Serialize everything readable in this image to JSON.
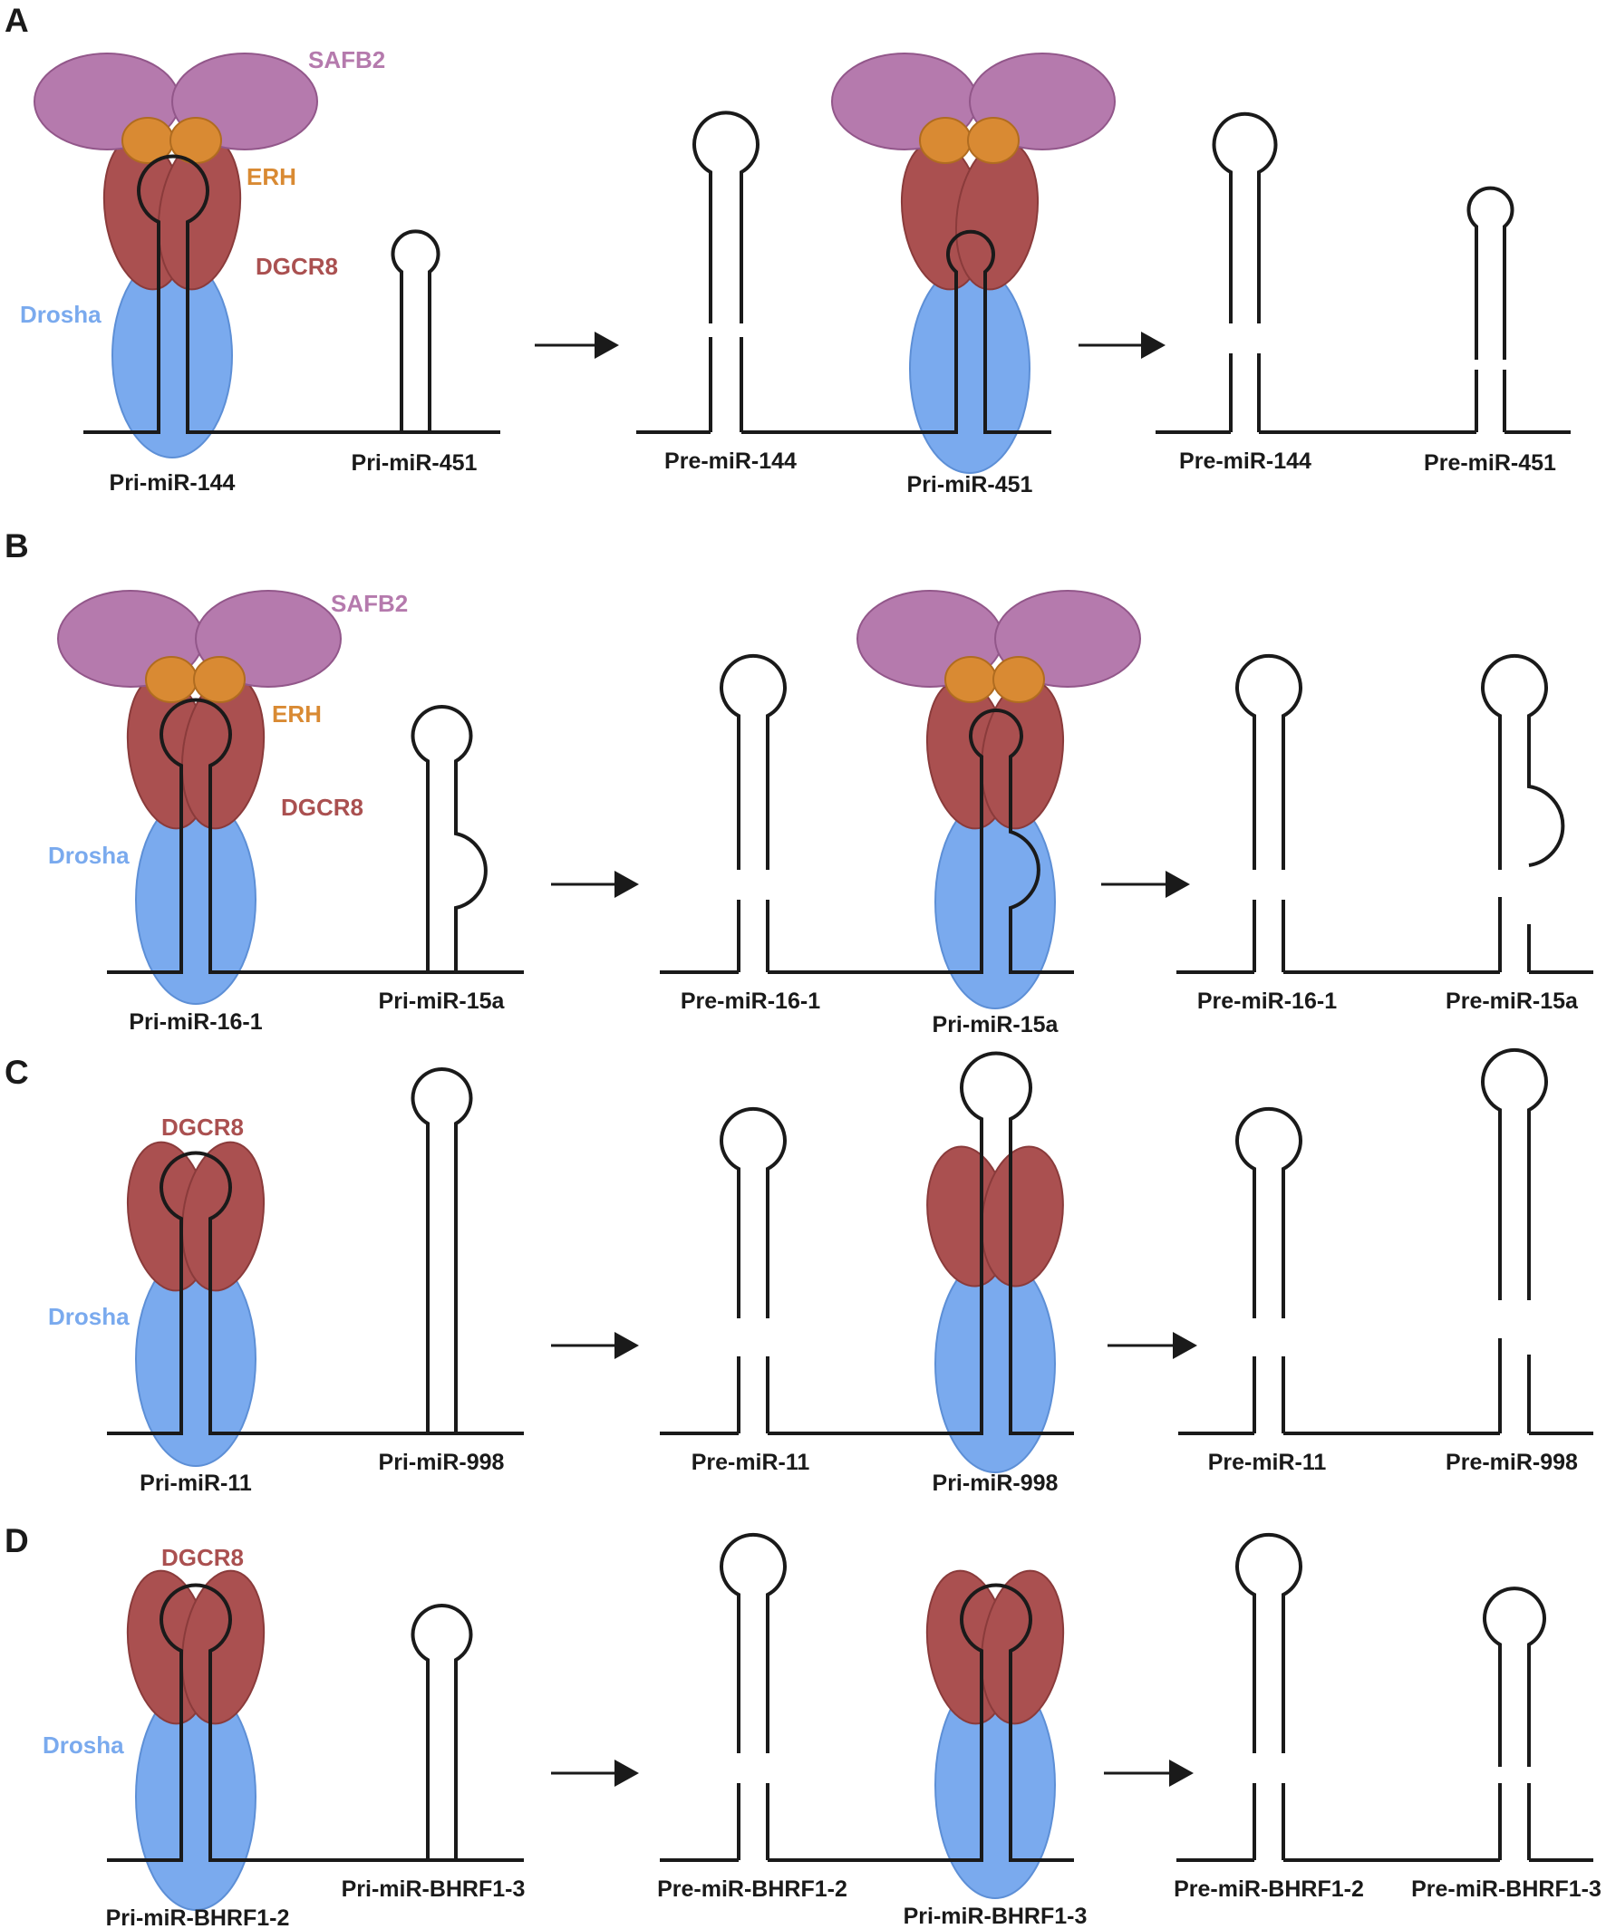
{
  "colors": {
    "drosha": "#7aaaee",
    "drosha_stroke": "#5d8fd6",
    "dgcr8": "#aa5050",
    "dgcr8_stroke": "#8a3b3b",
    "erh": "#d98a33",
    "erh_stroke": "#b06c20",
    "safb2": "#b57aad",
    "safb2_stroke": "#92578a",
    "rna": "#1a1a1a",
    "label_text": "#1a1a1a"
  },
  "proteins": {
    "safb2": "SAFB2",
    "erh": "ERH",
    "dgcr8": "DGCR8",
    "drosha": "Drosha"
  },
  "panels": [
    {
      "letter": "A",
      "labels": {
        "s1_pri_a": "Pri-miR-144",
        "s1_pri_b": "Pri-miR-451",
        "s2_pre_a": "Pre-miR-144",
        "s2_pri_b": "Pri-miR-451",
        "s3_pre_a": "Pre-miR-144",
        "s3_pre_b": "Pre-miR-451"
      }
    },
    {
      "letter": "B",
      "labels": {
        "s1_pri_a": "Pri-miR-16-1",
        "s1_pri_b": "Pri-miR-15a",
        "s2_pre_a": "Pre-miR-16-1",
        "s2_pri_b": "Pri-miR-15a",
        "s3_pre_a": "Pre-miR-16-1",
        "s3_pre_b": "Pre-miR-15a"
      }
    },
    {
      "letter": "C",
      "labels": {
        "s1_pri_a": "Pri-miR-11",
        "s1_pri_b": "Pri-miR-998",
        "s2_pre_a": "Pre-miR-11",
        "s2_pri_b": "Pri-miR-998",
        "s3_pre_a": "Pre-miR-11",
        "s3_pre_b": "Pre-miR-998"
      }
    },
    {
      "letter": "D",
      "labels": {
        "s1_pri_a": "Pri-miR-BHRF1-2",
        "s1_pri_b": "Pri-miR-BHRF1-3",
        "s2_pre_a": "Pre-miR-BHRF1-2",
        "s2_pri_b": "Pri-miR-BHRF1-3",
        "s3_pre_a": "Pre-miR-BHRF1-2",
        "s3_pre_b": "Pre-miR-BHRF1-3"
      }
    }
  ]
}
